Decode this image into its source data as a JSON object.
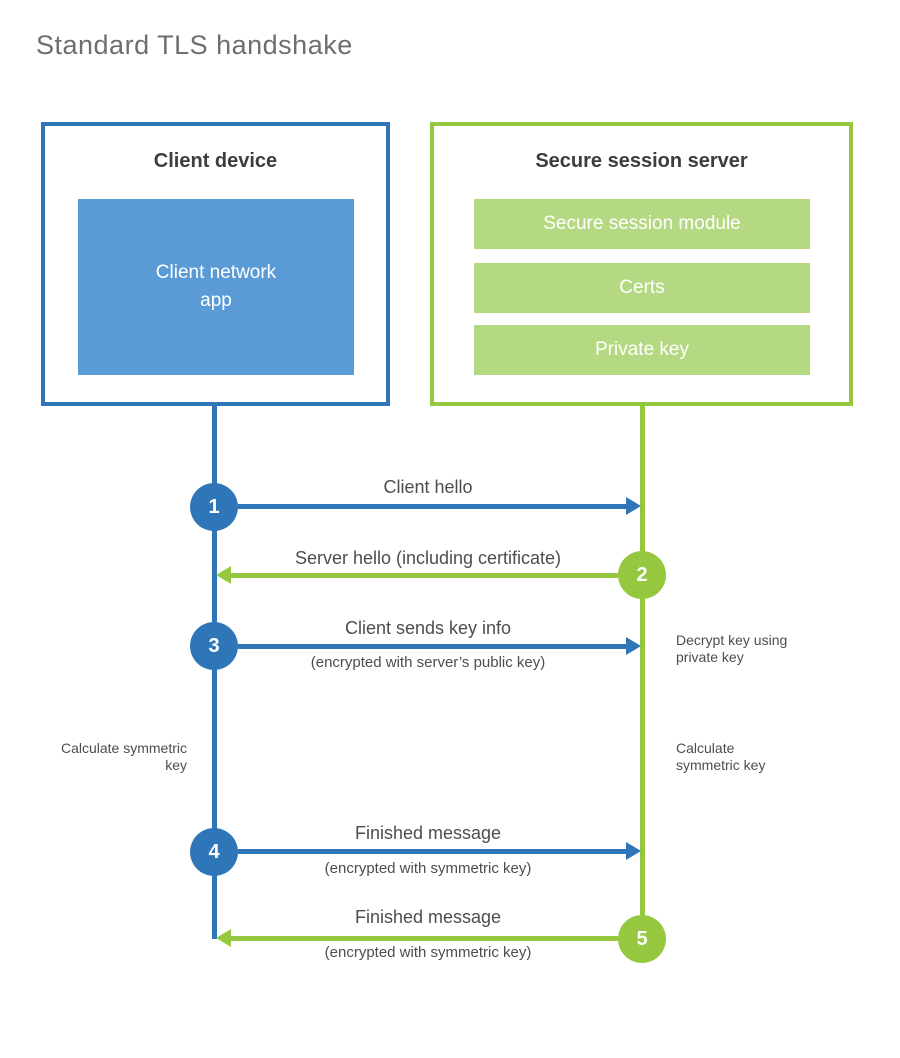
{
  "title": "Standard TLS handshake",
  "client": {
    "title": "Client device",
    "app_label": "Client network app"
  },
  "server": {
    "title": "Secure session server",
    "modules": [
      "Secure session module",
      "Certs",
      "Private key"
    ]
  },
  "messages": [
    {
      "num": "1",
      "label": "Client hello",
      "direction": "client-to-server",
      "color": "blue"
    },
    {
      "num": "2",
      "label": "Server hello (including certificate)",
      "direction": "server-to-client",
      "color": "green"
    },
    {
      "num": "3",
      "label": "Client sends key info",
      "sub": "(encrypted with server’s public key)",
      "direction": "client-to-server",
      "color": "blue"
    },
    {
      "num": "4",
      "label": "Finished message",
      "sub": "(encrypted with symmetric key)",
      "direction": "client-to-server",
      "color": "blue"
    },
    {
      "num": "5",
      "label": "Finished message",
      "sub": "(encrypted with symmetric key)",
      "direction": "server-to-client",
      "color": "green"
    }
  ],
  "notes": {
    "decrypt": "Decrypt key using private key",
    "calc_left": "Calculate symmetric key",
    "calc_right": "Calculate symmetric key"
  },
  "colors": {
    "blue": "#2e76b8",
    "blue_fill": "#5b9bd5",
    "green": "#95c83e",
    "green_fill": "#b5d982"
  }
}
